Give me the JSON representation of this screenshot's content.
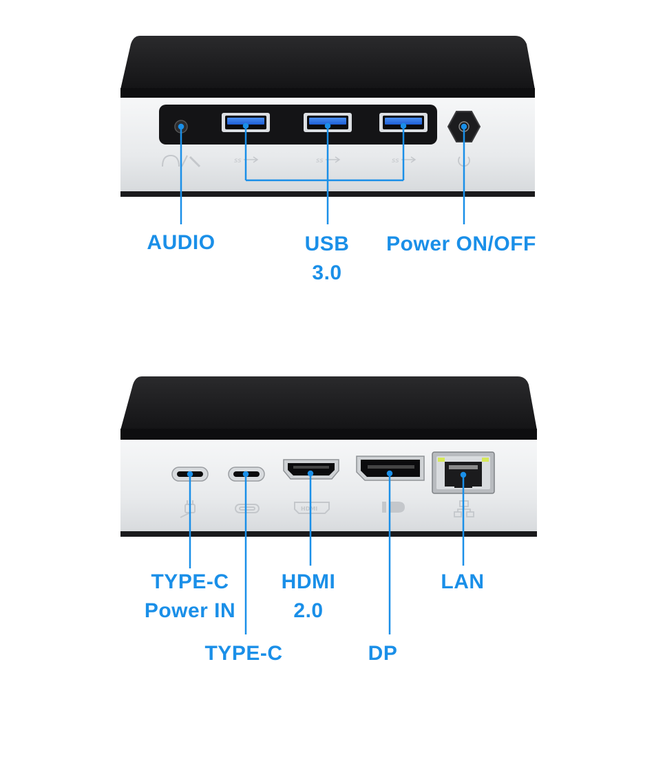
{
  "front_panel": {
    "labels": {
      "audio": "AUDIO",
      "usb_line1": "USB",
      "usb_line2": "3.0",
      "power": "Power ON/OFF"
    }
  },
  "rear_panel": {
    "labels": {
      "typec_power_line1": "TYPE-C",
      "typec_power_line2": "Power IN",
      "typec": "TYPE-C",
      "hdmi_line1": "HDMI",
      "hdmi_line2": "2.0",
      "dp": "DP",
      "lan": "LAN"
    }
  },
  "colors": {
    "accent": "#1a8fe8",
    "case_top": "#1c1c1e",
    "case_body": "#eceef0",
    "usb_blue": "#1e5fd6"
  },
  "icons": [
    "headphone-mic-icon",
    "superspeed-usb-icon",
    "power-icon",
    "plug-icon",
    "usb-c-icon",
    "hdmi-icon",
    "displayport-icon",
    "network-icon"
  ]
}
